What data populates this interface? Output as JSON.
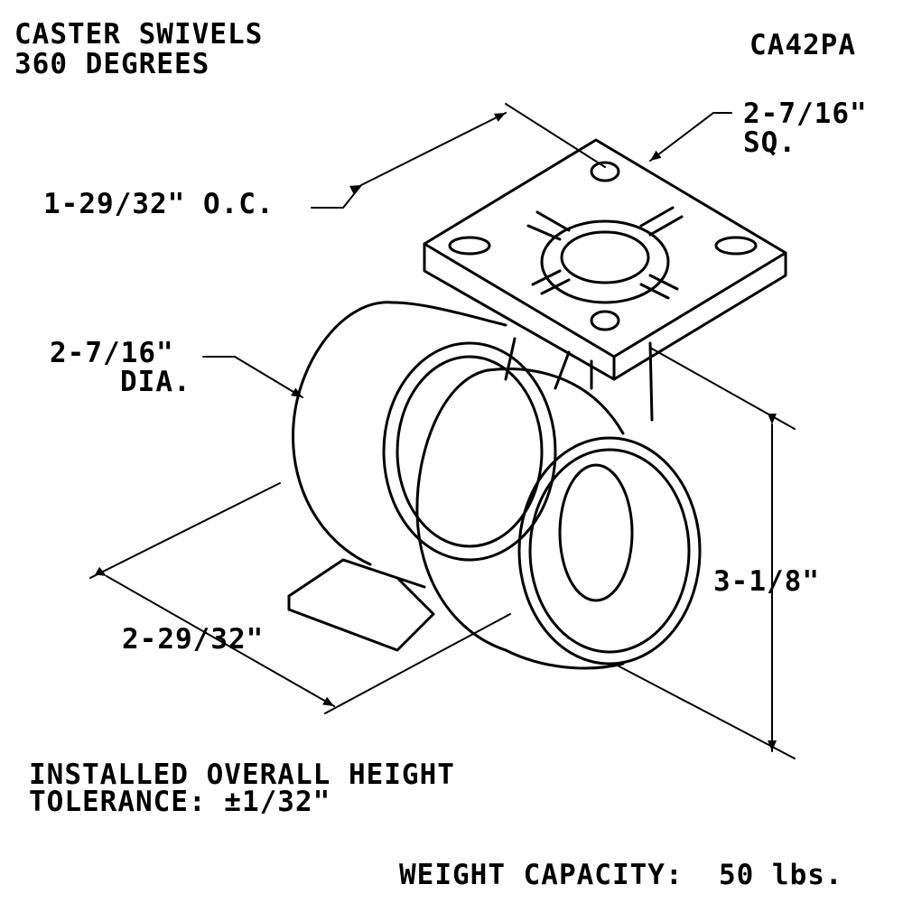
{
  "header": {
    "title_line1": "CASTER SWIVELS",
    "title_line2": "360 DEGREES",
    "part_number": "CA42PA"
  },
  "dimensions": {
    "plate_size_line1": "2-7/16\"",
    "plate_size_line2": "SQ.",
    "hole_spacing": "1-29/32\" O.C.",
    "wheel_dia_line1": "2-7/16\"",
    "wheel_dia_line2": "DIA.",
    "height": "3-1/8\"",
    "width": "2-29/32\""
  },
  "notes": {
    "line1": "INSTALLED OVERALL HEIGHT",
    "line2": "TOLERANCE: ±1/32\""
  },
  "capacity": "WEIGHT CAPACITY:  50 lbs."
}
